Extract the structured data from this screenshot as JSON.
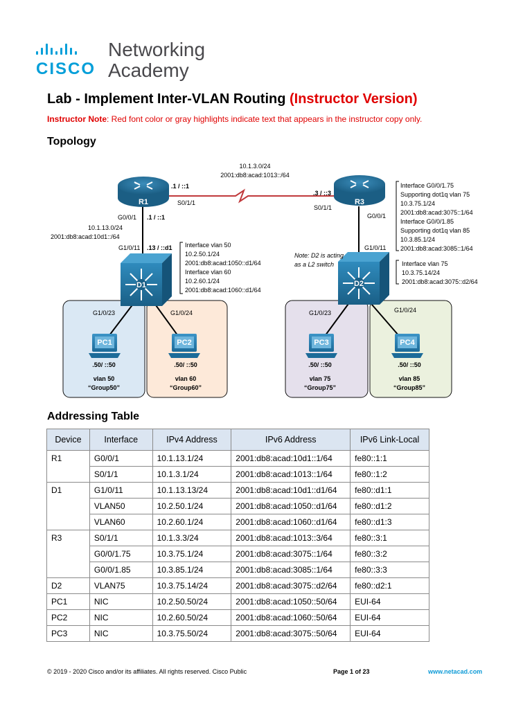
{
  "brand": {
    "name_line1": "Networking",
    "name_line2": "Academy",
    "logo_word": "CISCO",
    "logo_color": "#049fd9"
  },
  "title": {
    "main": "Lab - Implement Inter-VLAN Routing",
    "version": "(Instructor Version)"
  },
  "instructor_note": {
    "label": "Instructor Note",
    "text": ": Red font color or gray highlights indicate text that appears in the instructor copy only."
  },
  "topology": {
    "heading": "Topology",
    "link_r1_r3": {
      "net_v4": "10.1.3.0/24",
      "net_v6": "2001:db8:acad:1013::/64"
    },
    "r1": {
      "name": "R1",
      "right_addr": ".1 / ::1",
      "right_if": "S0/1/1",
      "down_if": "G0/0/1",
      "down_addr": ".1 / ::1"
    },
    "r3": {
      "name": "R3",
      "left_addr": ".3 / ::3",
      "left_if": "S0/1/1",
      "down_if": "G0/0/1"
    },
    "link_r1_d1": {
      "net_v4": "10.1.13.0/24",
      "net_v6": "2001:db8:acad:10d1::/64"
    },
    "r3_info": [
      "Interface G0/0/1.75",
      "Supporting dot1q vlan 75",
      "10.3.75.1/24",
      "2001:db8:acad:3075::1/64",
      "Interface G0/0/1.85",
      "Supporting dot1q vlan 85",
      "10.3.85.1/24",
      "2001:db8:acad:3085::1/64"
    ],
    "d1": {
      "name": "D1",
      "up_if": "G1/0/11",
      "up_addr": ".13 / ::d1",
      "left_if": "G1/0/23",
      "right_if": "G1/0/24"
    },
    "d1_info": [
      "Interface vlan 50",
      "10.2.50.1/24",
      "2001:db8:acad:1050::d1/64",
      "Interface vlan 60",
      "10.2.60.1/24",
      "2001:db8:acad:1060::d1/64"
    ],
    "d2": {
      "name": "D2",
      "up_if": "G1/0/11",
      "left_if": "G1/0/23",
      "right_if": "G1/0/24"
    },
    "d2_note": [
      "Note: D2 is acting",
      "as a L2 switch"
    ],
    "d2_info": [
      "Interface vlan 75",
      "10.3.75.14/24",
      "2001:db8:acad:3075::d2/64"
    ],
    "pcs": [
      {
        "name": "PC1",
        "addr": ".50/ ::50",
        "vlan": "vlan 50",
        "group": "“Group50”",
        "fill": "#dae8f4"
      },
      {
        "name": "PC2",
        "addr": ".50/ ::50",
        "vlan": "vlan 60",
        "group": "“Group60”",
        "fill": "#fde9d9"
      },
      {
        "name": "PC3",
        "addr": ".50/ ::50",
        "vlan": "vlan 75",
        "group": "“Group75”",
        "fill": "#e5e0ec"
      },
      {
        "name": "PC4",
        "addr": ".50/ ::50",
        "vlan": "vlan 85",
        "group": "“Group85”",
        "fill": "#ebf1de"
      }
    ],
    "colors": {
      "device": "#1f6f99",
      "serial_link": "#c0393b",
      "cable": "#000000"
    }
  },
  "addressing": {
    "heading": "Addressing Table",
    "columns": [
      "Device",
      "Interface",
      "IPv4 Address",
      "IPv6 Address",
      "IPv6 Link-Local"
    ],
    "groups": [
      {
        "device": "R1",
        "rows": [
          [
            "G0/0/1",
            "10.1.13.1/24",
            "2001:db8:acad:10d1::1/64",
            "fe80::1:1"
          ],
          [
            "S0/1/1",
            "10.1.3.1/24",
            "2001:db8:acad:1013::1/64",
            "fe80::1:2"
          ]
        ]
      },
      {
        "device": "D1",
        "rows": [
          [
            "G1/0/11",
            "10.1.13.13/24",
            "2001:db8:acad:10d1::d1/64",
            "fe80::d1:1"
          ],
          [
            "VLAN50",
            "10.2.50.1/24",
            "2001:db8:acad:1050::d1/64",
            "fe80::d1:2"
          ],
          [
            "VLAN60",
            "10.2.60.1/24",
            "2001:db8:acad:1060::d1/64",
            "fe80::d1:3"
          ]
        ]
      },
      {
        "device": "R3",
        "rows": [
          [
            "S0/1/1",
            "10.1.3.3/24",
            "2001:db8:acad:1013::3/64",
            "fe80::3:1"
          ],
          [
            "G0/0/1.75",
            "10.3.75.1/24",
            "2001:db8:acad:3075::1/64",
            "fe80::3:2"
          ],
          [
            "G0/0/1.85",
            "10.3.85.1/24",
            "2001:db8:acad:3085::1/64",
            "fe80::3:3"
          ]
        ]
      },
      {
        "device": "D2",
        "rows": [
          [
            "VLAN75",
            "10.3.75.14/24",
            "2001:db8:acad:3075::d2/64",
            "fe80::d2:1"
          ]
        ]
      },
      {
        "device": "PC1",
        "rows": [
          [
            "NIC",
            "10.2.50.50/24",
            "2001:db8:acad:1050::50/64",
            "EUI-64"
          ]
        ]
      },
      {
        "device": "PC2",
        "rows": [
          [
            "NIC",
            "10.2.60.50/24",
            "2001:db8:acad:1060::50/64",
            "EUI-64"
          ]
        ]
      },
      {
        "device": "PC3",
        "rows": [
          [
            "NIC",
            "10.3.75.50/24",
            "2001:db8:acad:3075::50/64",
            "EUI-64"
          ]
        ]
      }
    ]
  },
  "footer": {
    "copyright": "© 2019 - 2020 Cisco and/or its affiliates. All rights reserved. Cisco Public",
    "page": "Page 1 of 23",
    "site": "www.netacad.com"
  }
}
